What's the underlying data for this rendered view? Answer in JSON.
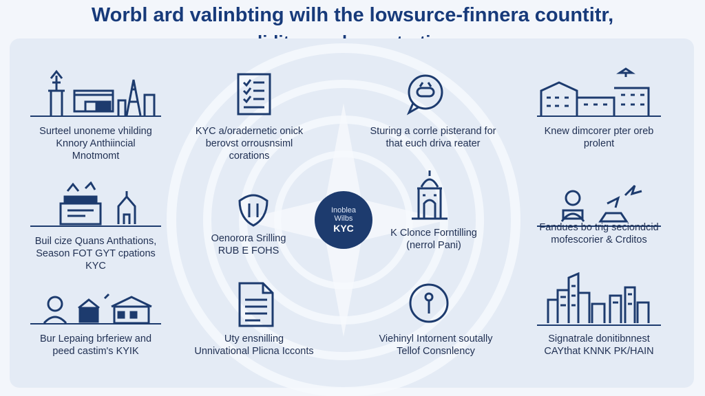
{
  "title": {
    "line1": "Worbl ard valinbting wilh the lowsurce-finnera countitr,",
    "line2": "validity cry dourentrations."
  },
  "center": {
    "line1": "Inoblea",
    "line2": "Wilbs",
    "line3": "KYC"
  },
  "items": [
    {
      "id": "r1c1",
      "icon": "government-buildings-icon",
      "lines": [
        "Surteel unoneme vhilding",
        "Knnory Anthiincial",
        "Mnotmomt"
      ]
    },
    {
      "id": "r1c2",
      "icon": "checklist-document-icon",
      "lines": [
        "KYC a/oradernetic onick",
        "berovst orrousnsiml",
        "corations"
      ]
    },
    {
      "id": "r1c3",
      "icon": "chat-bubble-icon",
      "lines": [
        "Sturing a corrle pisterand for",
        "that euch driva reater"
      ]
    },
    {
      "id": "r1c4",
      "icon": "campus-building-icon",
      "lines": [
        "Knew dimcorer pter oreb",
        "prolent"
      ]
    },
    {
      "id": "r2c1",
      "icon": "cash-register-icon",
      "lines": [
        "Buil cize Quans Anthations,",
        "Season FOT GYT cpations",
        "KYC"
      ]
    },
    {
      "id": "r2c2",
      "icon": "shield-icon",
      "lines": [
        "Oenorora Srilling",
        "RUB E FOHS"
      ]
    },
    {
      "id": "r2c3",
      "icon": "temple-icon",
      "lines": [
        "K Clonce Forntilling",
        "(nerrol Pani)"
      ]
    },
    {
      "id": "r2c4",
      "icon": "person-laptop-icon",
      "lines": [
        "Fandues bo trig seciondcid",
        "mofescorier & Crditos"
      ]
    },
    {
      "id": "r3c1",
      "icon": "people-shops-icon",
      "lines": [
        "Bur Lepaing brferiew and",
        "peed castim's KYIK"
      ]
    },
    {
      "id": "r3c2",
      "icon": "report-document-icon",
      "lines": [
        "Uty ensnilling",
        "Unnivational Plicna Icconts"
      ]
    },
    {
      "id": "r3c3",
      "icon": "info-circle-icon",
      "lines": [
        "Viehinyl Intornent soutally",
        "Tellof Consnlency"
      ]
    },
    {
      "id": "r3c4",
      "icon": "city-skyline-icon",
      "lines": [
        "Signatrale donitibnnest",
        "CAYthat KNNK PK/HAIN"
      ]
    }
  ]
}
